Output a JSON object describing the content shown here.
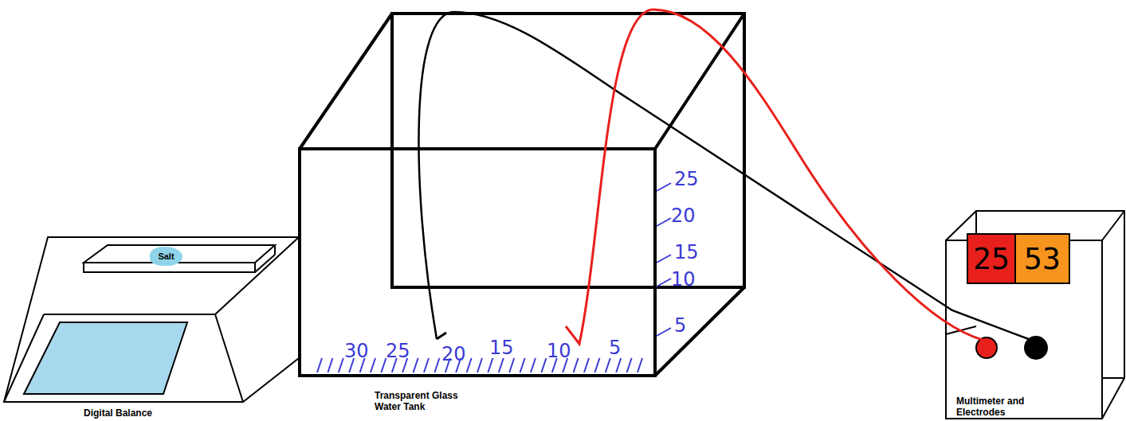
{
  "diagram": {
    "nodes": [
      {
        "text": [
          "Salt"
        ]
      },
      {
        "text": [
          "25"
        ]
      },
      {
        "text": [
          "53"
        ]
      }
    ],
    "labels": [
      "Digital Balance",
      "Transparent Glass Water Tank",
      "Multimeter and Electrodes",
      "30",
      "25",
      "20",
      "15",
      "10",
      "5",
      "25",
      "20",
      "15",
      "10",
      "5"
    ]
  }
}
